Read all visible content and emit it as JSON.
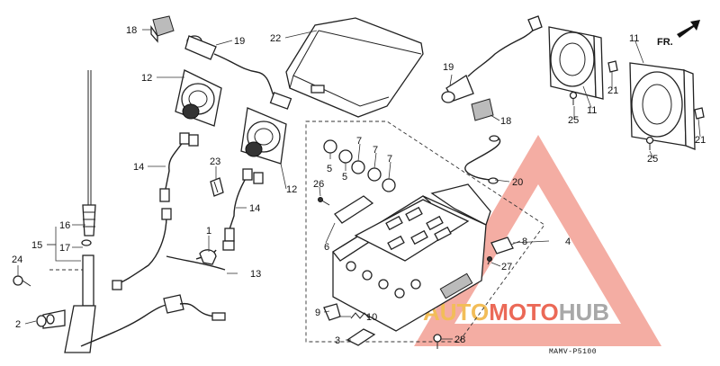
{
  "diagram": {
    "code": "MAMV-P5100",
    "direction_label": "FR.",
    "watermark": {
      "part1": "AUTO",
      "part2": "MOTO",
      "part3": "HUB",
      "color_red": "#e8503a",
      "color_orange": "#f0b23c",
      "color_grey": "#9a9a9a"
    },
    "callouts": {
      "c1": "1",
      "c2": "2",
      "c3": "3",
      "c4": "4",
      "c5a": "5",
      "c5b": "5",
      "c6": "6",
      "c7a": "7",
      "c7b": "7",
      "c7c": "7",
      "c8": "8",
      "c9": "9",
      "c10": "10",
      "c11a": "11",
      "c11b": "11",
      "c12a": "12",
      "c12b": "12",
      "c13": "13",
      "c14a": "14",
      "c14b": "14",
      "c15": "15",
      "c16": "16",
      "c17": "17",
      "c18a": "18",
      "c18b": "18",
      "c19a": "19",
      "c19b": "19",
      "c20": "20",
      "c21a": "21",
      "c21b": "21",
      "c22": "22",
      "c23": "23",
      "c24": "24",
      "c25a": "25",
      "c25b": "25",
      "c26": "26",
      "c27": "27",
      "c28": "28"
    }
  }
}
